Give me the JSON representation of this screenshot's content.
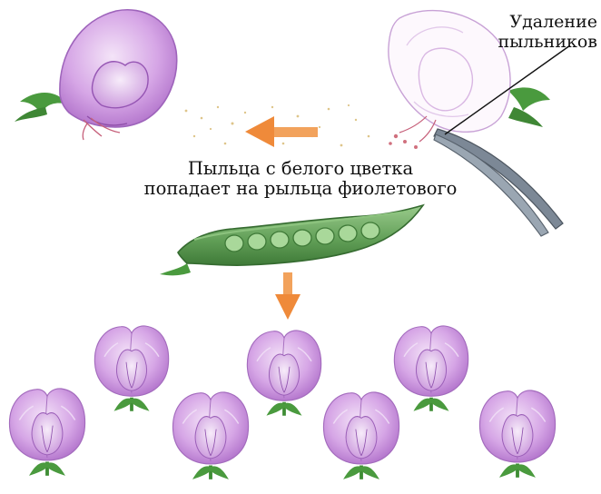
{
  "labels": {
    "anther_removal": [
      "Удаление",
      "пыльников"
    ],
    "pollen_transfer": [
      "Пыльца с белого цветка",
      "попадает на рыльца фиолетового"
    ]
  },
  "colors": {
    "petal_purple": "#c98fdc",
    "petal_light": "#e8cdf1",
    "leaf_green": "#4a9a3e",
    "pod_green": "#6aa860",
    "arrow_orange": "#f08c3c"
  },
  "icons": [
    "purple-pea-flower-icon",
    "white-pea-flower-icon",
    "tweezers-icon",
    "pea-pod-icon",
    "orange-arrow-icon"
  ],
  "offspring_count": 7,
  "pod_seed_count": 7
}
